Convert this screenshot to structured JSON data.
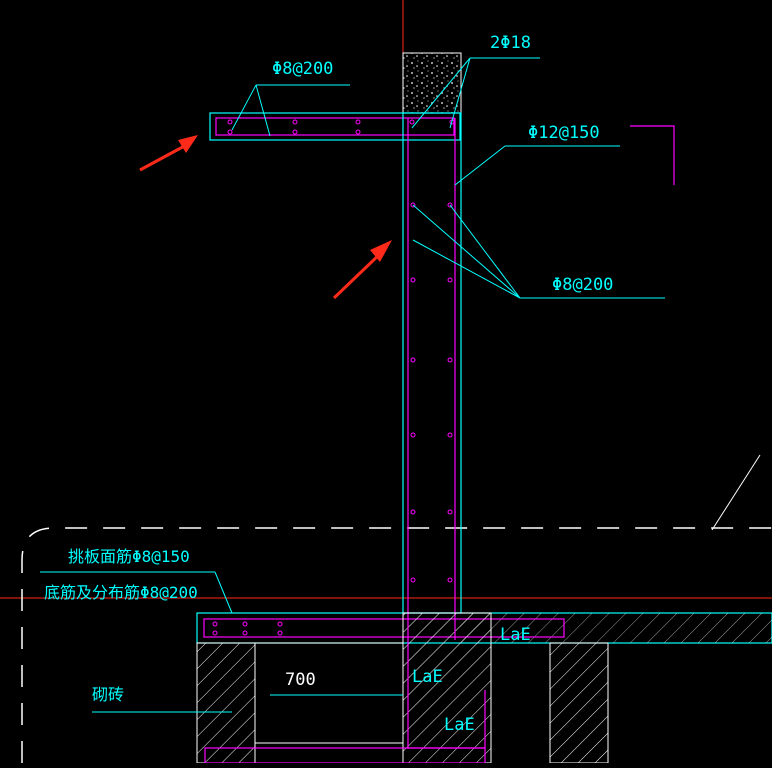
{
  "labels": {
    "top_bar_rebar": "2Φ18",
    "cantilever_rebar": "Φ8@200",
    "wall_rebar_outer": "Φ12@150",
    "wall_rebar_dist": "Φ8@200",
    "slab_top_rebar": "挑板面筋Φ8@150",
    "slab_bottom_rebar": "底筋及分布筋Φ8@200",
    "dimension": "700",
    "anchor_1": "LaE",
    "anchor_2": "LaE",
    "anchor_3": "LaE",
    "masonry": "砌砖"
  },
  "colors": {
    "background": "#000000",
    "cyan": "#00ffff",
    "magenta": "#ff00ff",
    "white": "#ffffff",
    "red": "#ff2a1a"
  }
}
